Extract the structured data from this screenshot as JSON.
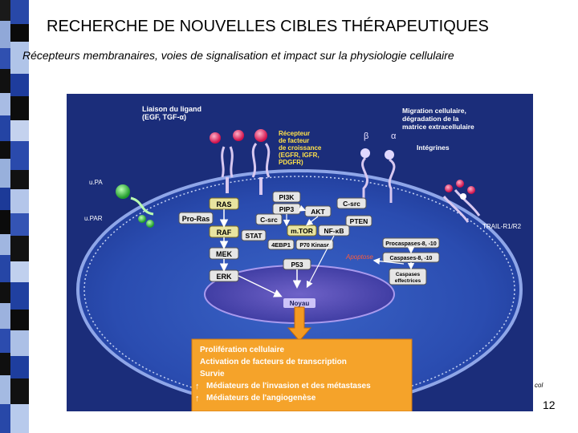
{
  "slide": {
    "title": "RECHERCHE DE NOUVELLES CIBLES THÉRAPEUTIQUES",
    "subtitle": "Récepteurs membranaires, voies de signalisation et impact sur la physiologie cellulaire",
    "page_number": "12",
    "cut_text": "col"
  },
  "figure": {
    "ligand_label_1": "Liaison du ligand",
    "ligand_label_2": "(EGF, TGF-α)",
    "receptor_label_1": "Récepteur",
    "receptor_label_2": "de facteur",
    "receptor_label_3": "de croissance",
    "receptor_label_4": "(EGFR, IGFR,",
    "receptor_label_5": "PDGFR)",
    "migration_label_1": "Migration cellulaire,",
    "migration_label_2": "dégradation de la",
    "migration_label_3": "matrice extracellulaire",
    "beta_label": "β",
    "alpha_label": "α",
    "integrins_label": "Intégrines",
    "upa_label": "u.PA",
    "upar_label": "u.PAR",
    "trail_label": "TRAIL-R1/R2",
    "nodes": {
      "ras": "RAS",
      "pro_ras": "Pro-Ras",
      "raf": "RAF",
      "mek": "MEK",
      "erk": "ERK",
      "pi3k": "PI3K",
      "pip3": "PIP3",
      "akt": "AKT",
      "csrc_top": "C-src",
      "csrc_mid": "C-src",
      "pten": "PTEN",
      "stat": "STAT",
      "mtor": "m.TOR",
      "nfkb": "NF-κB",
      "4ebp1": "4EBP1",
      "p70": "P70 Kinase",
      "p53": "P53",
      "procaspases": "Procaspases-8, -10",
      "caspases": "Caspases-8, -10",
      "caspases_eff_1": "Caspases",
      "caspases_eff_2": "effectrices",
      "apoptose": "Apoptose",
      "noyau": "Noyau"
    },
    "outcomes": [
      "Prolifération cellulaire",
      "Activation de facteurs de transcription",
      "Survie",
      "Médiateurs de l'invasion et des métastases",
      "Médiateurs de l'angiogenèse"
    ]
  }
}
